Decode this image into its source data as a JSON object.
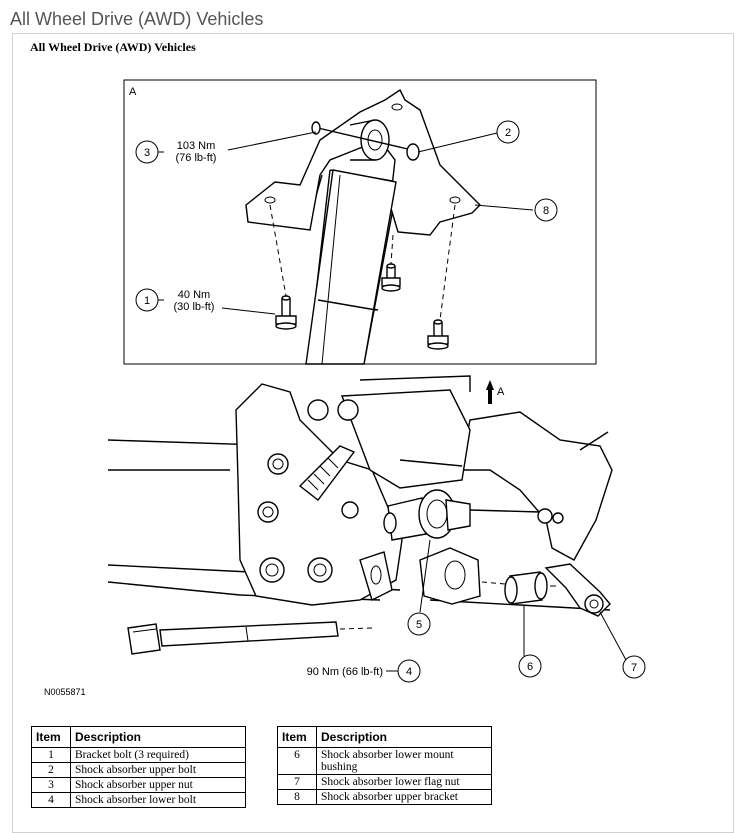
{
  "page": {
    "title": "All Wheel Drive (AWD) Vehicles"
  },
  "document": {
    "heading": "All Wheel Drive (AWD) Vehicles",
    "figure_id": "N0055871"
  },
  "figure": {
    "detail_label": "A",
    "view_arrow_label": "A",
    "callouts": [
      "1",
      "2",
      "3",
      "4",
      "5",
      "6",
      "7",
      "8"
    ],
    "torque": {
      "item3_nm": "103 Nm",
      "item3_lbft": "(76 lb-ft)",
      "item1_nm": "40 Nm",
      "item1_lbft": "(30 lb-ft)",
      "item4": "90 Nm (66 lb-ft)"
    }
  },
  "legend": {
    "headers": [
      "Item",
      "Description"
    ],
    "left_rows": [
      {
        "item": "1",
        "description": "Bracket bolt (3 required)"
      },
      {
        "item": "2",
        "description": "Shock absorber upper bolt"
      },
      {
        "item": "3",
        "description": "Shock absorber upper nut"
      },
      {
        "item": "4",
        "description": "Shock absorber lower bolt"
      }
    ],
    "right_rows": [
      {
        "item": "6",
        "description": "Shock absorber lower mount bushing"
      },
      {
        "item": "7",
        "description": "Shock absorber lower flag nut"
      },
      {
        "item": "8",
        "description": "Shock absorber upper bracket"
      }
    ]
  }
}
